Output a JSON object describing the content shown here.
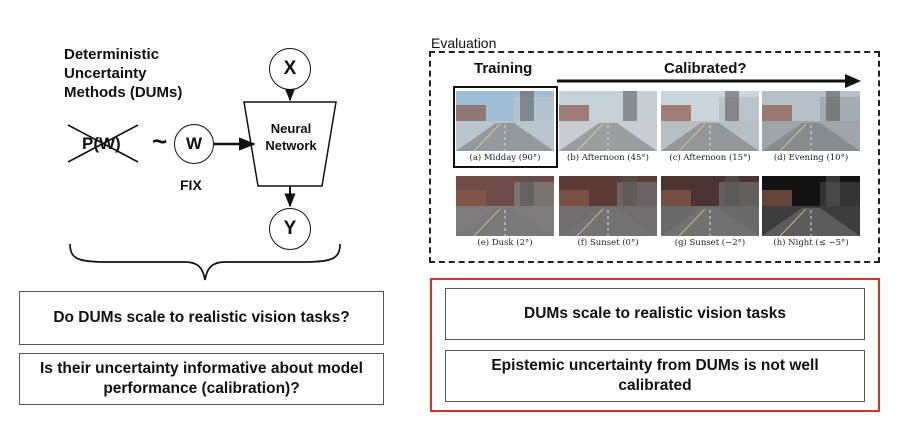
{
  "left_panel": {
    "title": "Deterministic\nUncertainty\nMethods (DUMs)",
    "prior_label": "P(W)",
    "tilde": "~",
    "node_w": "W",
    "node_x": "X",
    "node_y": "Y",
    "network_label": "Neural\nNetwork",
    "fix_label": "FIX",
    "questions": [
      "Do DUMs scale to realistic vision tasks?",
      "Is their uncertainty informative about model performance (calibration)?"
    ]
  },
  "right_panel": {
    "section_label": "Evaluation",
    "training_label": "Training",
    "calibrated_label": "Calibrated?",
    "conditions": [
      {
        "caption": "(a) Midday (90°)",
        "sky": "#9fbfd6",
        "tint": "#b9c4cc"
      },
      {
        "caption": "(b) Afternoon (45°)",
        "sky": "#c4d1d9",
        "tint": "#c7cdd2"
      },
      {
        "caption": "(c) Afternoon (15°)",
        "sky": "#c9d6dd",
        "tint": "#b7bec4"
      },
      {
        "caption": "(d) Evening (10°)",
        "sky": "#b6c1c7",
        "tint": "#9ea6ab"
      },
      {
        "caption": "(e) Dusk (2°)",
        "sky": "#6e4a48",
        "tint": "#7e7c7d"
      },
      {
        "caption": "(f) Sunset (0°)",
        "sky": "#5b3b37",
        "tint": "#6f6d6d"
      },
      {
        "caption": "(g) Sunset (−2°)",
        "sky": "#4a3331",
        "tint": "#6a6a6b"
      },
      {
        "caption": "(h) Night (≤ −5°)",
        "sky": "#121212",
        "tint": "#3c3c3d"
      }
    ],
    "findings": [
      "DUMs scale to realistic vision tasks",
      "Epistemic uncertainty from DUMs is not well calibrated"
    ]
  },
  "colors": {
    "ink": "#111111",
    "results_border": "#d63030",
    "box_border": "#555555"
  }
}
